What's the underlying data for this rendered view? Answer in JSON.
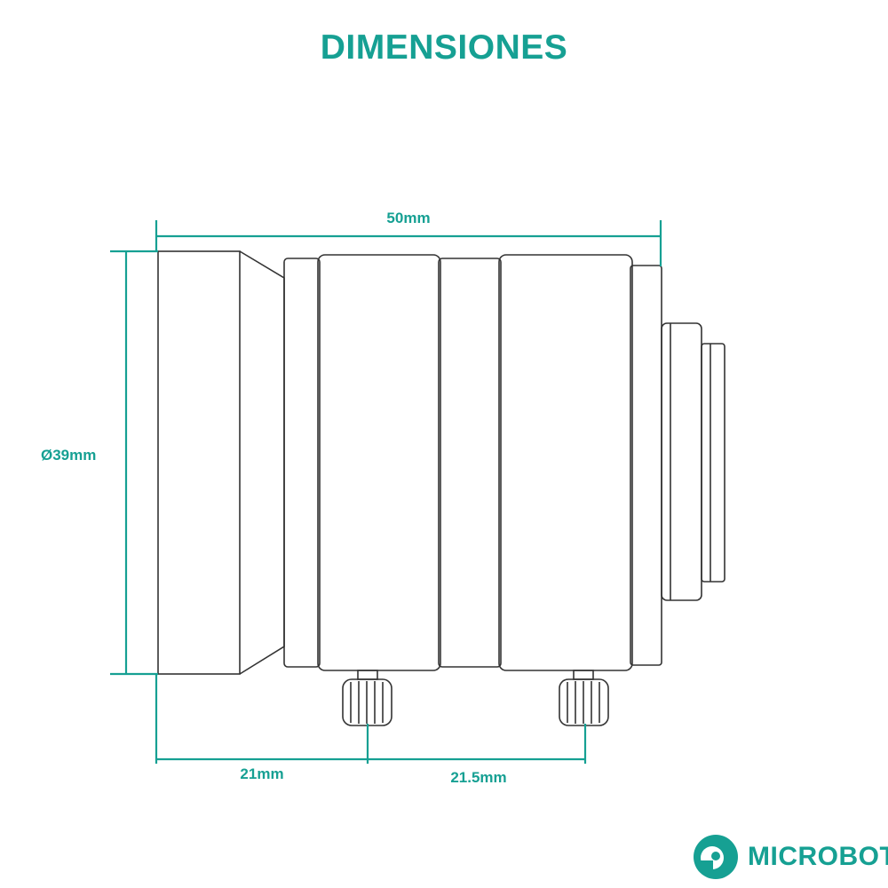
{
  "title": "DIMENSIONES",
  "dimensions": {
    "total_length": "50mm",
    "diameter": "Ø39mm",
    "front_to_screw": "21mm",
    "screw_to_screw": "21.5mm"
  },
  "brand": {
    "name": "MICROBOT",
    "mark": "®"
  },
  "colors": {
    "accent": "#16a093",
    "line": "#333333"
  }
}
